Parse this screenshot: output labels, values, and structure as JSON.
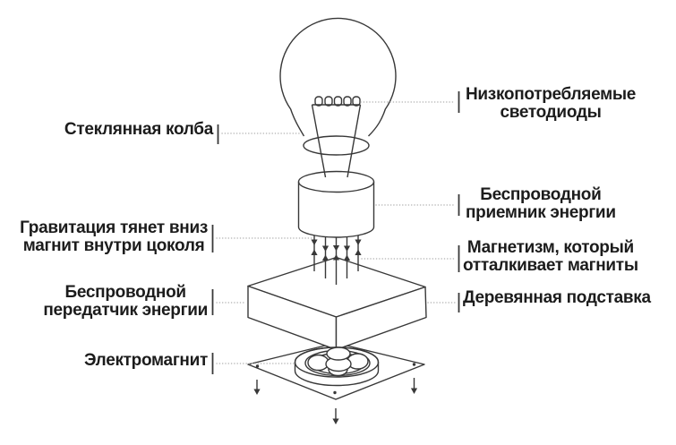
{
  "colors": {
    "line": "#383838",
    "text": "#1c1c1c",
    "leader": "#b9b9b9",
    "bg": "#ffffff"
  },
  "labels": {
    "glass_bulb": {
      "line1": "Стеклянная колба"
    },
    "leds": {
      "line1": "Низкопотребляемые",
      "line2": "светодиоды"
    },
    "receiver": {
      "line1": "Беспроводной",
      "line2": "приемник энергии"
    },
    "gravity": {
      "line1": "Гравитация тянет вниз",
      "line2": "магнит внутри цоколя"
    },
    "magnetism": {
      "line1": "Магнетизм, который",
      "line2": "отталкивает магниты"
    },
    "transmitter": {
      "line1": "Беспроводной",
      "line2": "передатчик энергии"
    },
    "stand": {
      "line1": "Деревянная подставка"
    },
    "electromagnet": {
      "line1": "Электромагнит"
    }
  }
}
